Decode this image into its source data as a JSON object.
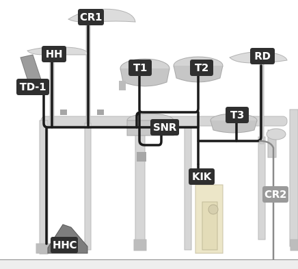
{
  "labels": {
    "cr1": "CR1",
    "hh": "HH",
    "td1": "TD-1",
    "t1": "T1",
    "t2": "T2",
    "rd": "RD",
    "snr": "SNR",
    "t3": "T3",
    "kik": "KIK",
    "cr2": "CR2",
    "hhc": "HHC"
  },
  "colors": {
    "cable": "#1a1a1a",
    "label_bg": "#2f2f2f",
    "label_bg_secondary": "#9a9a9a",
    "hardware": "#d2d2d2",
    "hardware_dark": "#a8a8a8"
  }
}
